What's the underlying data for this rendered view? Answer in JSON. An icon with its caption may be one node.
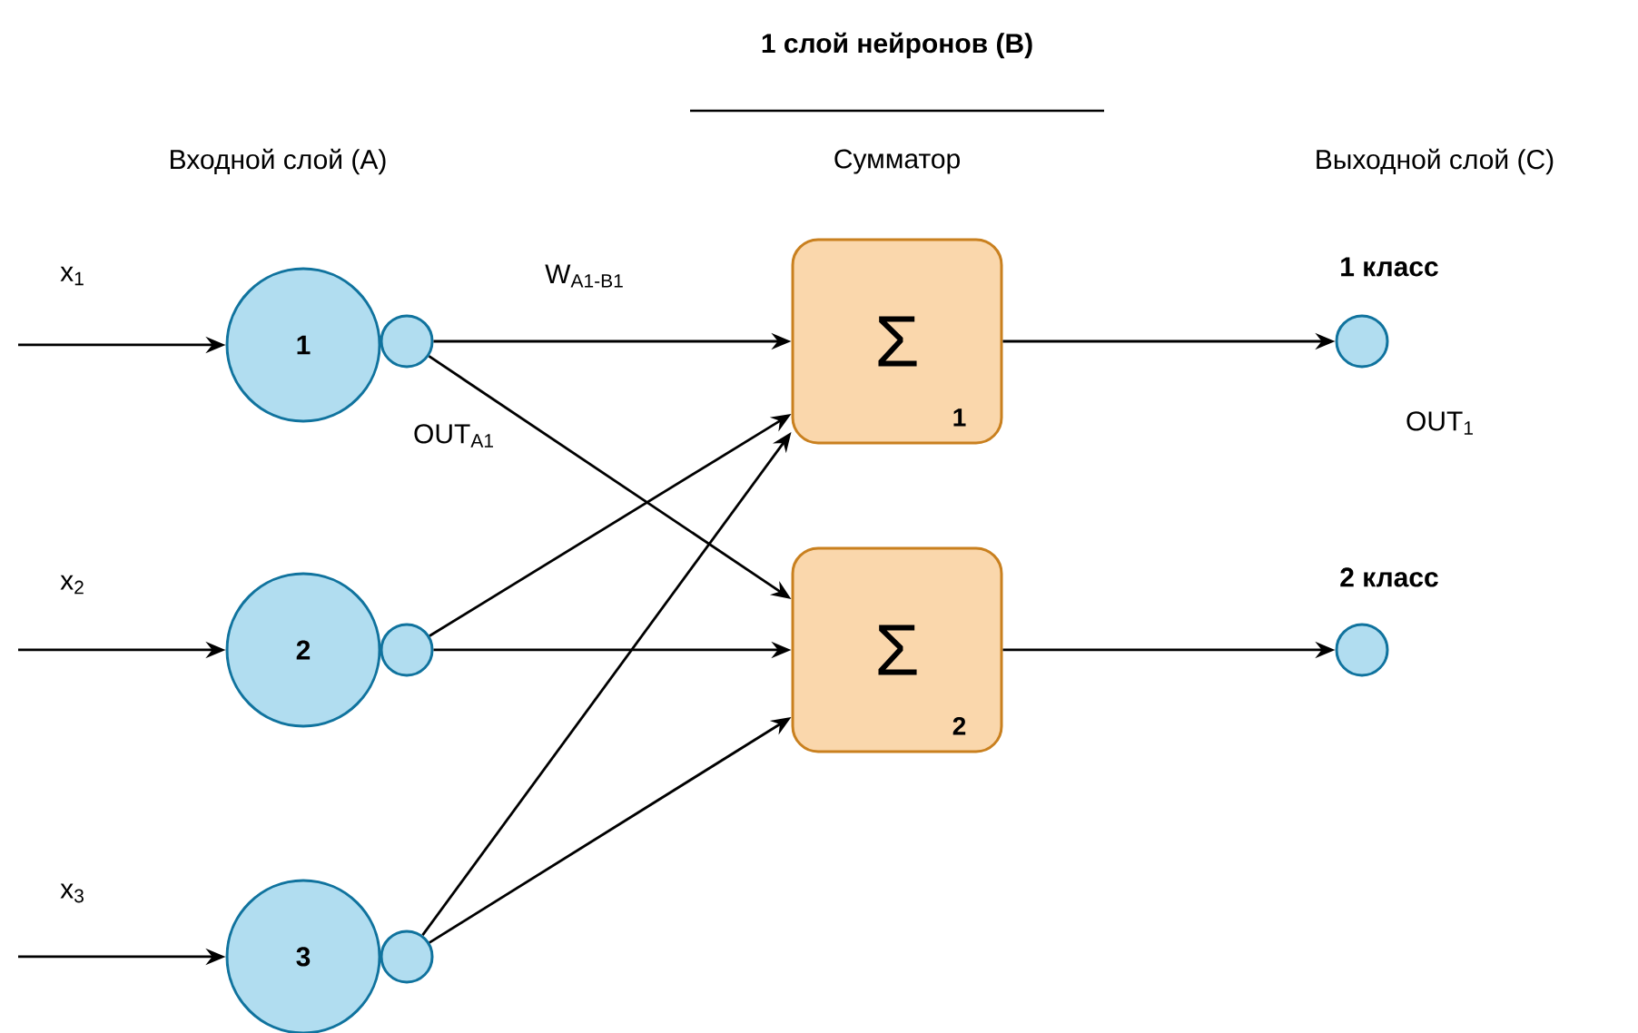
{
  "diagram": {
    "nodes": [
      {
        "text": [
          "1"
        ]
      },
      {
        "text": [],
        "shape": "circle",
        "beside": [
          "OUT$_{A1}$"
        ]
      },
      {
        "text": [
          "2"
        ]
      },
      {
        "text": [],
        "shape": "circle"
      },
      {
        "text": [
          "3"
        ]
      },
      {
        "text": [],
        "shape": "circle"
      },
      {
        "text": [
          "Σ",
          "1"
        ]
      },
      {
        "text": [
          "Σ",
          "2"
        ]
      },
      {
        "text": [],
        "shape": "circle",
        "beside": [
          "1 класс",
          "OUT$_{1}$"
        ]
      },
      {
        "text": [],
        "shape": "circle",
        "beside": [
          "2 класс"
        ]
      }
    ],
    "edges": [
      {
        "from": null,
        "to": 0,
        "arrow": "to",
        "label": "x$_{1}$"
      },
      {
        "from": null,
        "to": 2,
        "arrow": "to",
        "label": "x$_{2}$"
      },
      {
        "from": null,
        "to": 4,
        "arrow": "to",
        "label": "x$_{3}$"
      },
      {
        "from": 1,
        "to": 6,
        "arrow": "to",
        "label": "W$_{A1-B1}$"
      },
      {
        "from": 1,
        "to": 7,
        "arrow": "to"
      },
      {
        "from": 3,
        "to": 6,
        "arrow": "to"
      },
      {
        "from": 3,
        "to": 7,
        "arrow": "to"
      },
      {
        "from": 5,
        "to": 6,
        "arrow": "to"
      },
      {
        "from": 5,
        "to": 7,
        "arrow": "to"
      },
      {
        "from": 6,
        "to": 8,
        "arrow": "to"
      },
      {
        "from": 7,
        "to": 9,
        "arrow": "to"
      }
    ],
    "labels": [
      "1 слой нейронов (B)",
      "Входной слой (A)",
      "Сумматор",
      "Выходной слой (C)"
    ]
  }
}
